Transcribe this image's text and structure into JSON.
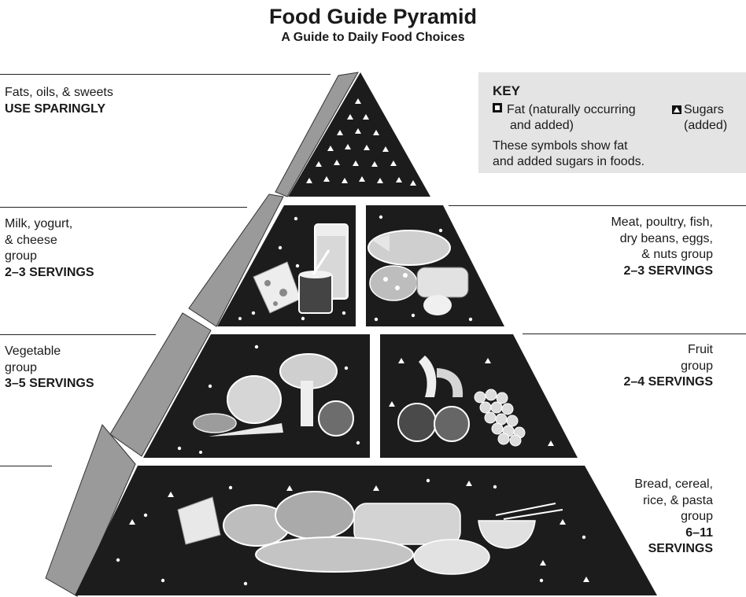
{
  "title": "Food Guide Pyramid",
  "subtitle": "A Guide to Daily Food Choices",
  "groups": {
    "fats": {
      "name": "Fats, oils, & sweets",
      "servings": "USE SPARINGLY"
    },
    "milk": {
      "line1": "Milk, yogurt,",
      "line2": "& cheese",
      "line3": "group",
      "servings": "2–3 SERVINGS"
    },
    "meat": {
      "line1": "Meat, poultry, fish,",
      "line2": "dry beans, eggs,",
      "line3": "& nuts group",
      "servings": "2–3 SERVINGS"
    },
    "vegetable": {
      "line1": "Vegetable",
      "line2": "group",
      "servings": "3–5 SERVINGS"
    },
    "fruit": {
      "line1": "Fruit",
      "line2": "group",
      "servings": "2–4 SERVINGS"
    },
    "bread": {
      "line1": "Bread, cereal,",
      "line2": "rice, & pasta",
      "line3": "group",
      "servings1": "6–11",
      "servings2": "SERVINGS"
    }
  },
  "key": {
    "title": "KEY",
    "fat_label_1": "Fat (naturally occurring",
    "fat_label_2": "and added)",
    "sugar_label_1": "Sugars",
    "sugar_label_2": "(added)",
    "note_1": "These symbols show fat",
    "note_2": "and added sugars in foods."
  },
  "icons": {
    "fat_symbol": "fat-square-icon",
    "sugar_symbol": "sugar-triangle-icon",
    "milk_art": "milk-glass-cheese-icon",
    "meat_art": "poultry-fish-eggs-icon",
    "vegetable_art": "broccoli-lettuce-carrot-icon",
    "fruit_art": "banana-apple-grapes-icon",
    "bread_art": "bread-cereal-pasta-icon"
  },
  "colors": {
    "tier_fill": "#1c1c1c",
    "side_fill": "#9a9a9a",
    "key_bg": "#e4e4e4"
  }
}
